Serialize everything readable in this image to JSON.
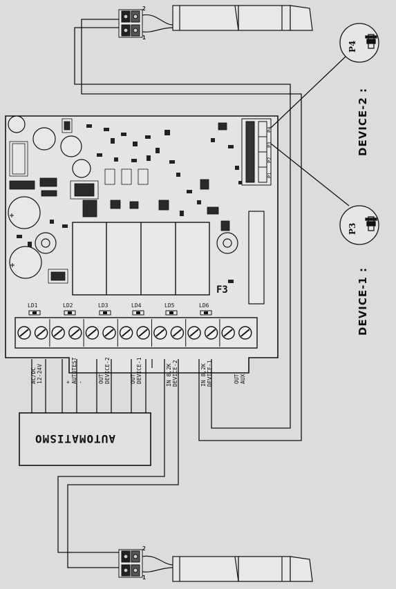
{
  "device_labels": {
    "device1": "DEVICE-1 :",
    "device2": "DEVICE-2 :"
  },
  "jumpers": {
    "p3": "P3",
    "p4": "P4"
  },
  "leds": [
    "LD1",
    "LD2",
    "LD3",
    "LD4",
    "LD5",
    "LD6"
  ],
  "terminals": [
    [
      "AC/DC",
      "12-24V"
    ],
    [
      "+",
      "AUTOTEST",
      "-"
    ],
    [
      "OUT",
      "DEVICE-2"
    ],
    [
      "OUT",
      "DEVICE-1"
    ],
    [
      "IN 8,2K",
      "DEVICE-2"
    ],
    [
      "IN 8,2K",
      "DEVICE-1"
    ],
    [
      "OUT",
      "AUX"
    ]
  ],
  "automatismo": "AUTOMATISMO",
  "pcb_marks": {
    "fuse": "F3",
    "header_pins": [
      "P4",
      "P3",
      "P2",
      "P1"
    ],
    "connector_pin_top": "2",
    "connector_pin_bottom": "1"
  },
  "colors": {
    "background": "#dcdcdc",
    "ink": "#111111",
    "board": "#e6e6e6"
  }
}
